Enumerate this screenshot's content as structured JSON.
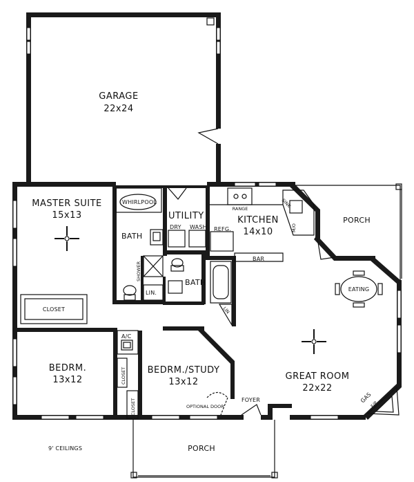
{
  "rooms": {
    "garage": {
      "name": "GARAGE",
      "size": "22x24"
    },
    "master_suite": {
      "name": "MASTER SUITE",
      "size": "15x13"
    },
    "whirlpool": "WHIRLPOOL",
    "master_bath": "BATH",
    "utility": "UTILITY",
    "dry": "DRY",
    "wash": "WASH",
    "range": "RANGE",
    "sink": "SINK",
    "mw": "M/O",
    "kitchen": {
      "name": "KITCHEN",
      "size": "14x10"
    },
    "refg": "REFG.",
    "bar": "BAR",
    "porch_rear": "PORCH",
    "shower": "SHOWER",
    "lin_master": "LIN.",
    "hall_bath": "BATH",
    "lin_hall": "LIN",
    "eating": "EATING",
    "closet_master": "CLOSET",
    "ac": "A/C",
    "bedroom": {
      "name": "BEDRM.",
      "size": "13x12"
    },
    "closet_bed1": "CLOSET",
    "closet_bed2": "CLOSET",
    "study": {
      "name": "BEDRM./STUDY",
      "size": "13x12"
    },
    "optional_door": "OPTIONAL DOOR",
    "great_room": {
      "name": "GREAT ROOM",
      "size": "22x22"
    },
    "gas": "GAS",
    "fp": "F/P",
    "foyer": "FOYER",
    "porch_front": "PORCH"
  },
  "notes": {
    "ceilings": "9' CEILINGS"
  }
}
